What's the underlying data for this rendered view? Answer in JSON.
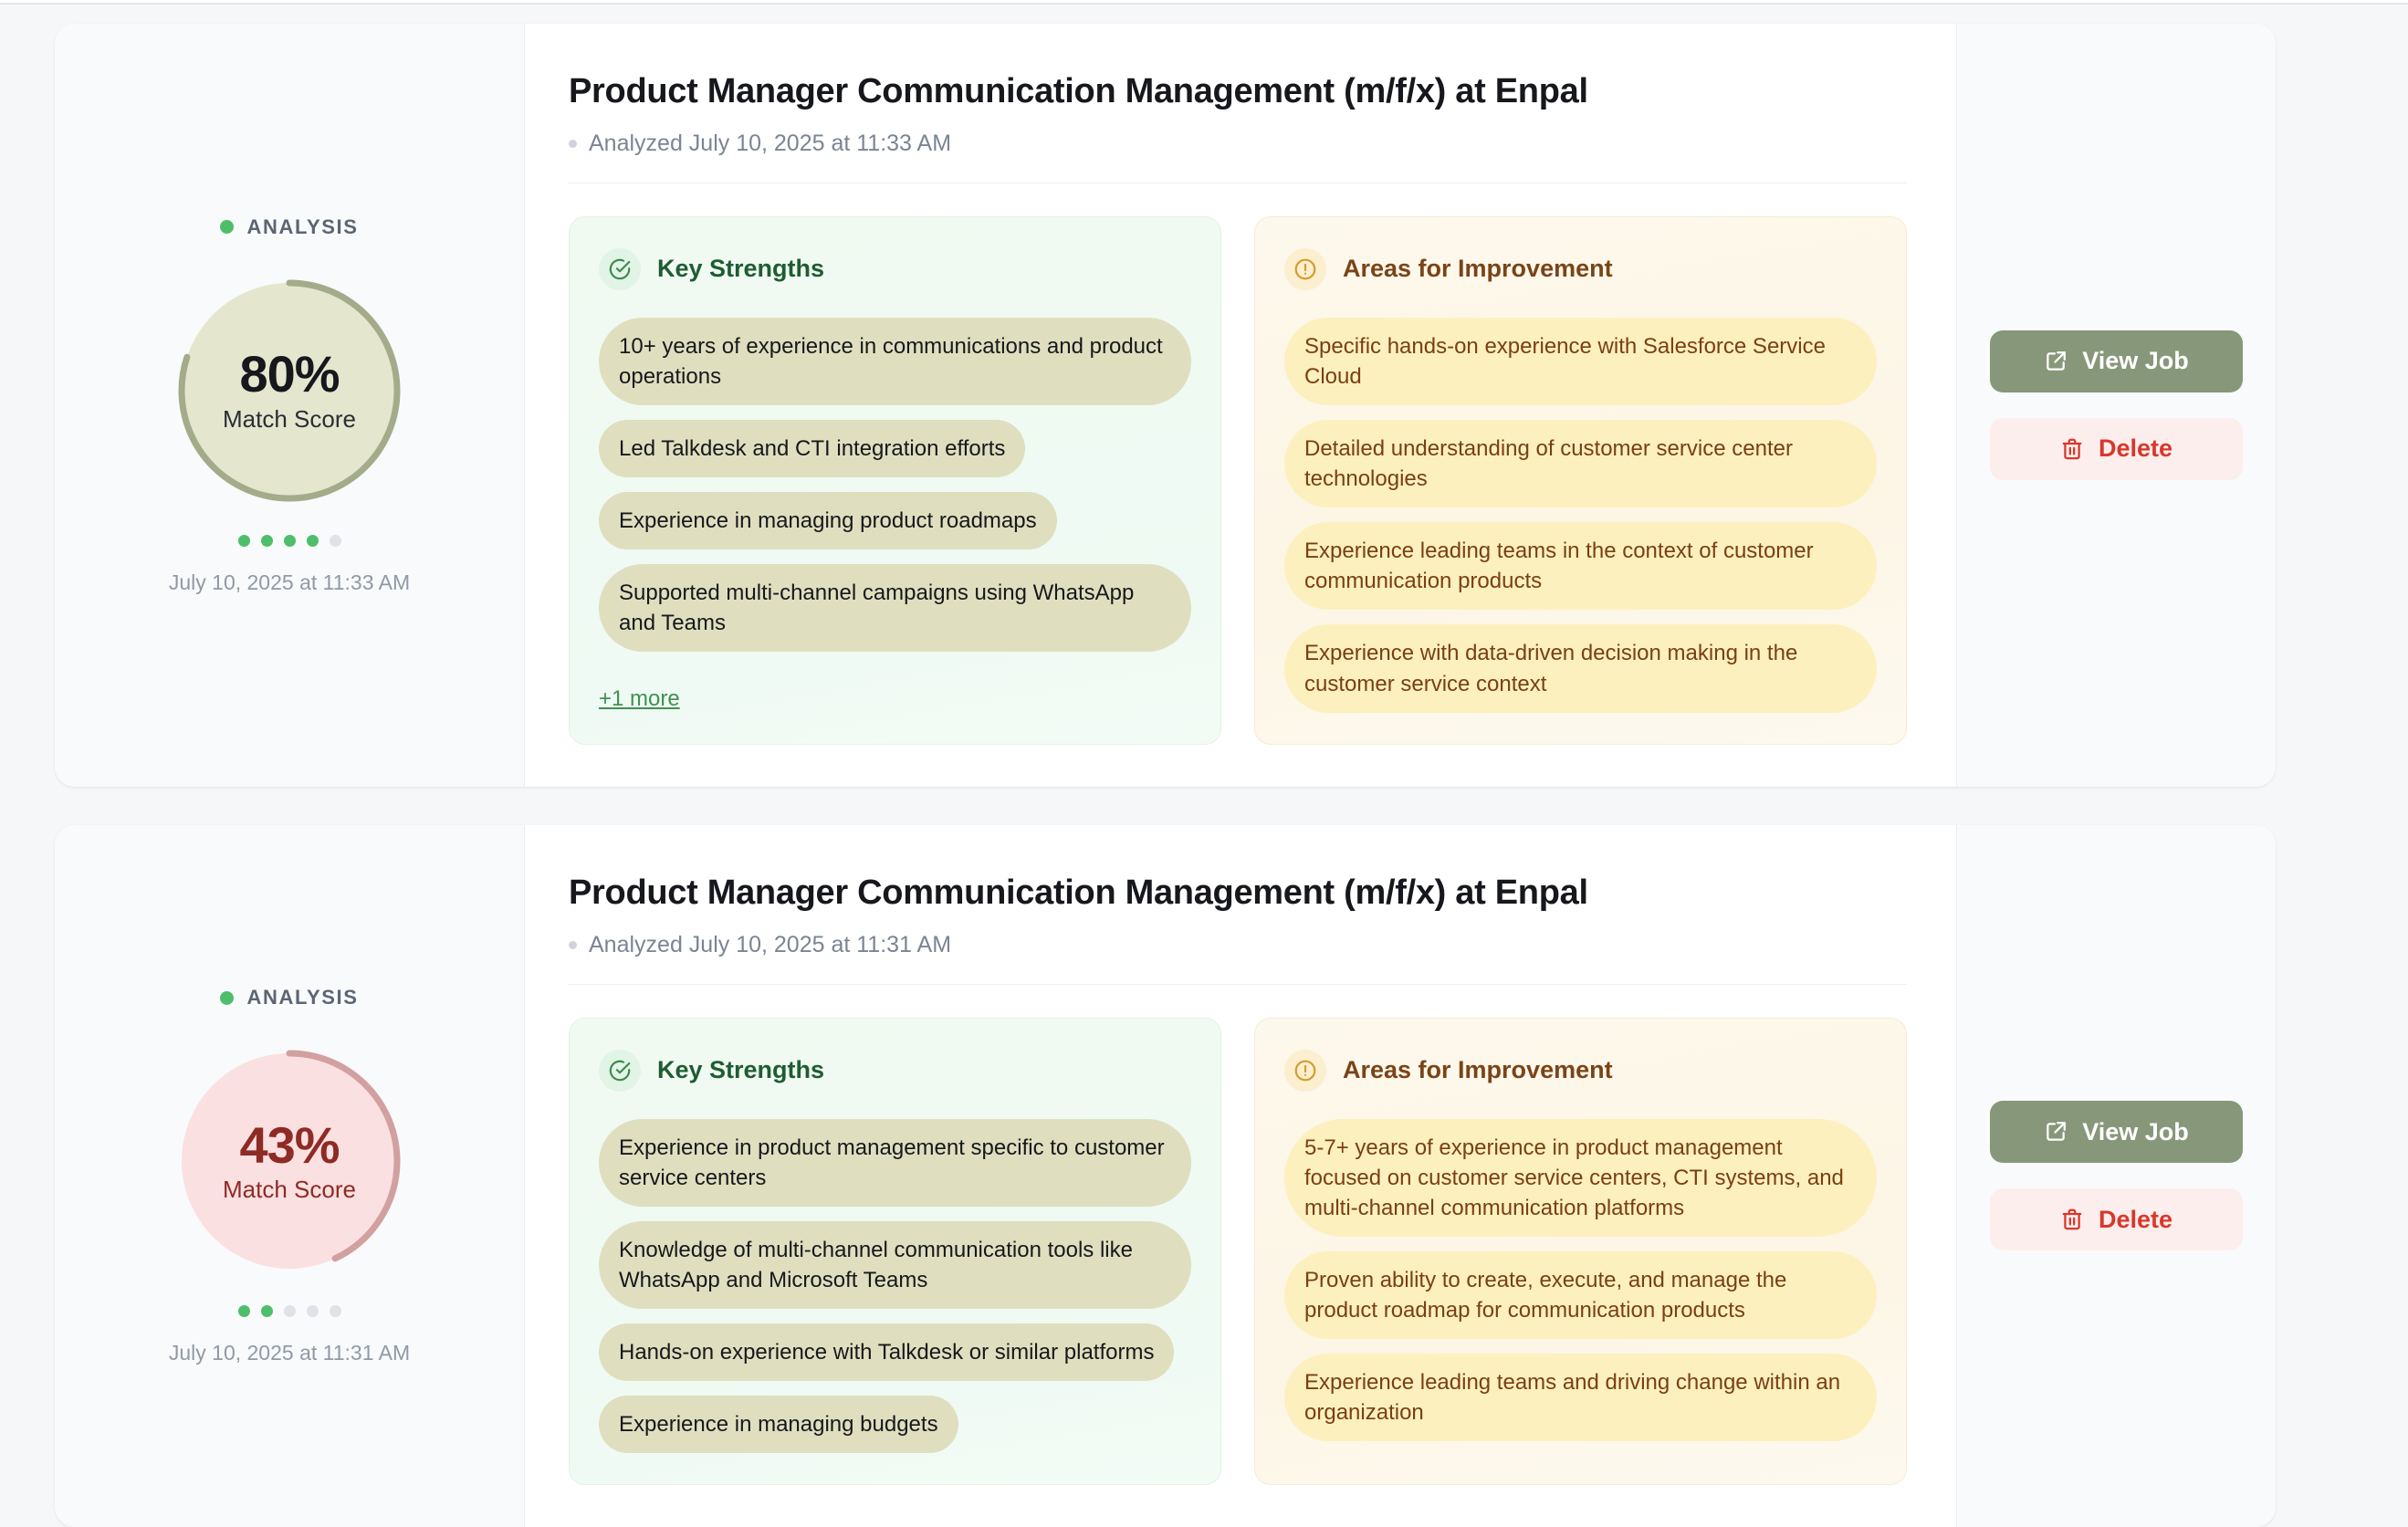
{
  "colors": {
    "page_bg": "#f6f7f9",
    "card_bg": "#ffffff",
    "accent_green": "#4fbe6b",
    "strengths_panel": "#eefaf3",
    "strengths_chip": "#dfdfc0",
    "strengths_title": "#1f5c33",
    "improve_panel": "#fdf6e6",
    "improve_chip": "#fdf0bf",
    "improve_title": "#7a4418",
    "view_job_button": "#87977a",
    "delete_button_bg": "#fdeeee",
    "delete_button_text": "#d9372a",
    "score_high_ring": "#a4ab8a",
    "score_high_disc": "#e4e7cd",
    "score_high_text": "#16181d",
    "score_low_ring": "#d2a0a0",
    "score_low_disc": "#fbe0e1",
    "score_low_text": "#8e2b25"
  },
  "labels": {
    "analysis_tag": "ANALYSIS",
    "match_score": "Match Score",
    "key_strengths": "Key Strengths",
    "areas_for_improvement": "Areas for Improvement",
    "view_job": "View Job",
    "delete": "Delete"
  },
  "icons": {
    "analysis_status": "status-dot-icon",
    "strengths": "circle-check-icon",
    "improvement": "alert-circle-icon",
    "view_job": "external-link-icon",
    "delete": "trash-icon"
  },
  "cards": [
    {
      "analysis_label": "ANALYSIS",
      "score": "80%",
      "score_value": 80,
      "score_sub": "Match Score",
      "progress_dots": {
        "total": 5,
        "filled": 4
      },
      "date": "July 10, 2025 at 11:33 AM",
      "title": "Product Manager Communication Management (m/f/x) at Enpal",
      "meta": "Analyzed July 10, 2025 at 11:33 AM",
      "strengths": {
        "title": "Key Strengths",
        "items": [
          "10+ years of experience in communications and product operations",
          "Led Talkdesk and CTI integration efforts",
          "Experience in managing product roadmaps",
          "Supported multi-channel campaigns using WhatsApp and Teams"
        ],
        "more": "+1 more"
      },
      "improvements": {
        "title": "Areas for Improvement",
        "items": [
          "Specific hands-on experience with Salesforce Service Cloud",
          "Detailed understanding of customer service center technologies",
          "Experience leading teams in the context of customer communication products",
          "Experience with data-driven decision making in the customer service context"
        ]
      },
      "actions": {
        "view_job": "View Job",
        "delete": "Delete"
      }
    },
    {
      "analysis_label": "ANALYSIS",
      "score": "43%",
      "score_value": 43,
      "score_sub": "Match Score",
      "progress_dots": {
        "total": 5,
        "filled": 2
      },
      "date": "July 10, 2025 at 11:31 AM",
      "title": "Product Manager Communication Management (m/f/x) at Enpal",
      "meta": "Analyzed July 10, 2025 at 11:31 AM",
      "strengths": {
        "title": "Key Strengths",
        "items": [
          "Experience in product management specific to customer service centers",
          "Knowledge of multi-channel communication tools like WhatsApp and Microsoft Teams",
          "Hands-on experience with Talkdesk or similar platforms",
          "Experience in managing budgets"
        ],
        "more": ""
      },
      "improvements": {
        "title": "Areas for Improvement",
        "items": [
          "5-7+ years of experience in product management focused on customer service centers, CTI systems, and multi-channel communication platforms",
          "Proven ability to create, execute, and manage the product roadmap for communication products",
          "Experience leading teams and driving change within an organization"
        ]
      },
      "actions": {
        "view_job": "View Job",
        "delete": "Delete"
      }
    }
  ]
}
